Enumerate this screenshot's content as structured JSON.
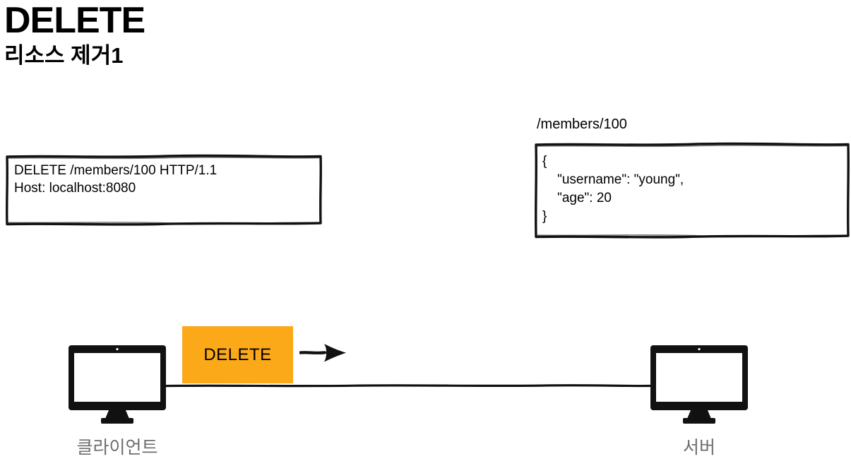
{
  "heading": {
    "title": "DELETE",
    "subtitle": "리소스 제거1"
  },
  "request_box": {
    "name": "http-request",
    "lines": [
      "DELETE /members/100 HTTP/1.1",
      "Host: localhost:8080"
    ]
  },
  "resource": {
    "label": "/members/100",
    "json_lines": [
      "{",
      "    \"username\": \"young\",",
      "    \"age\": 20",
      "}"
    ]
  },
  "flow": {
    "method_badge": "DELETE",
    "arrow_direction": "right",
    "arrow_icon": "arrow-right-icon"
  },
  "nodes": {
    "client": {
      "label": "클라이언트",
      "icon": "desktop-monitor-icon"
    },
    "server": {
      "label": "서버",
      "icon": "desktop-monitor-icon"
    }
  },
  "colors": {
    "accent_orange": "#FBA919",
    "ink": "#000000",
    "label_gray": "#6D6E71",
    "background": "#FFFFFF"
  }
}
